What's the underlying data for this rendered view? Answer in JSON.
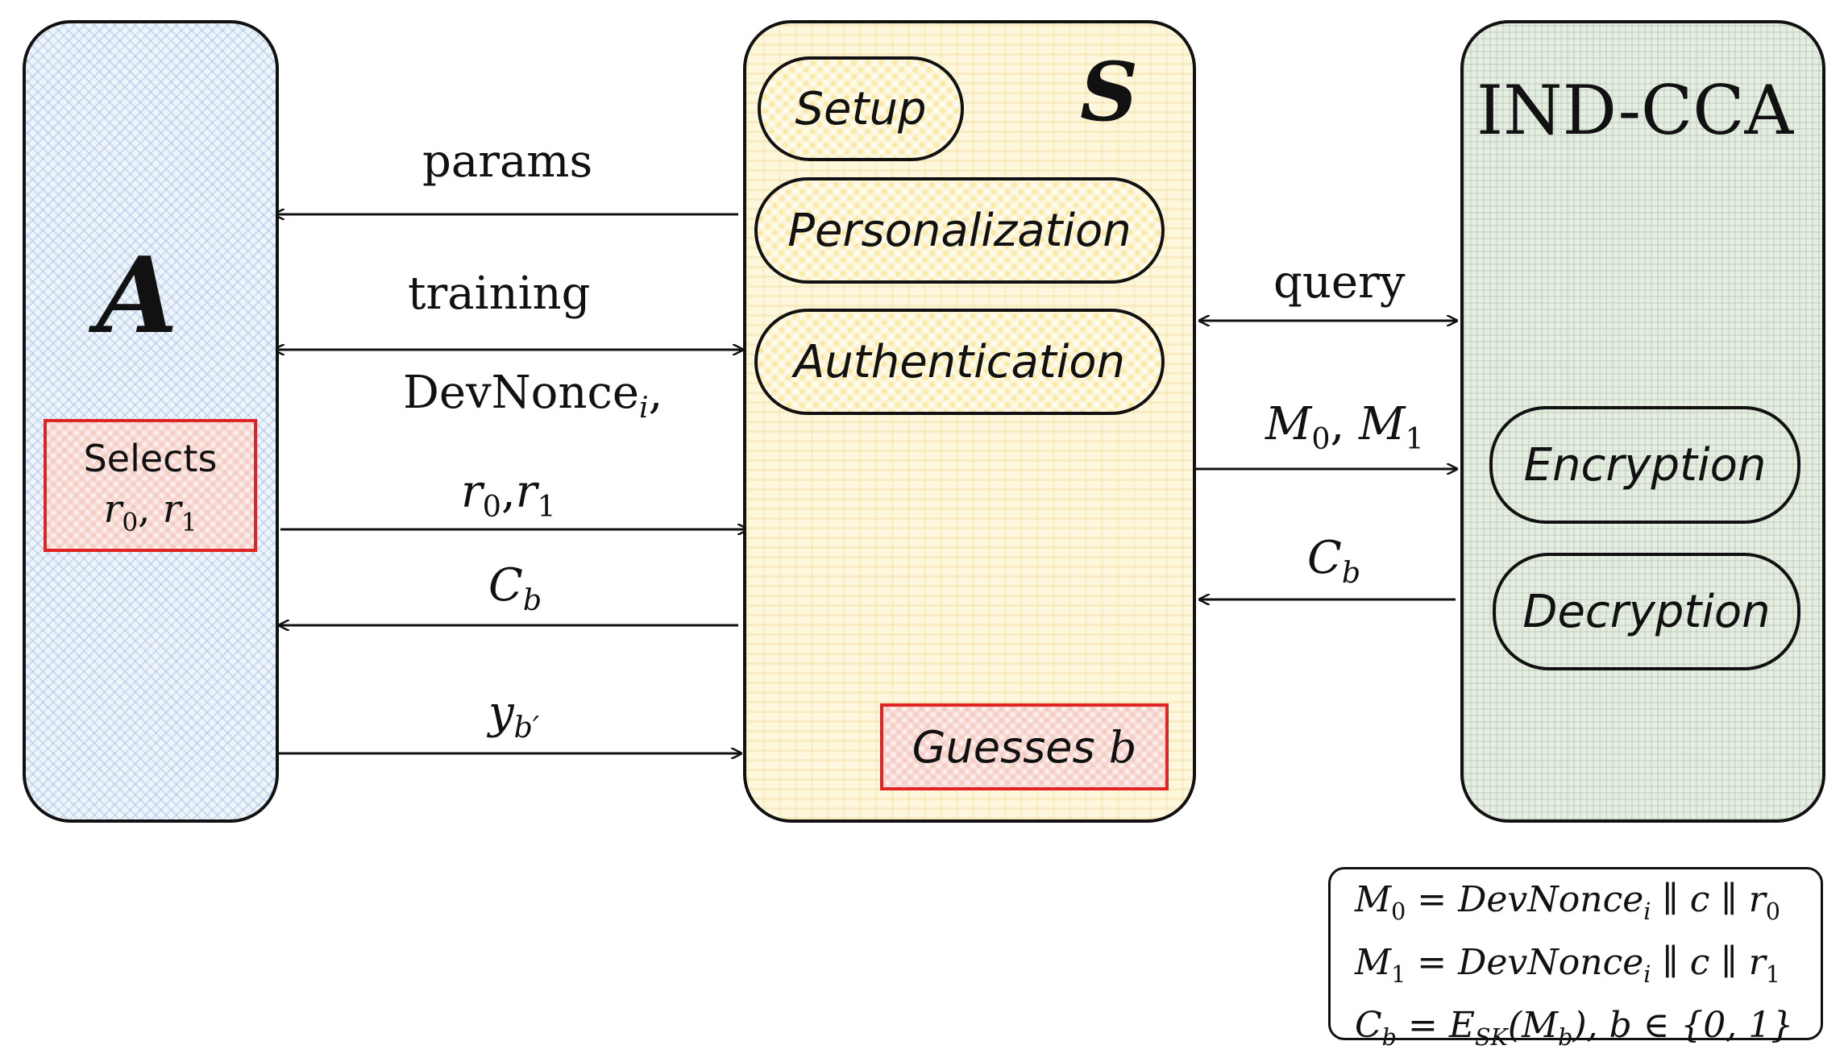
{
  "adversary": {
    "symbol": "A",
    "selects_label": "Selects",
    "selects_vars": {
      "r0_var": "r",
      "r0_sub": "0",
      "sep": ", ",
      "r1_var": "r",
      "r1_sub": "1"
    }
  },
  "simulator": {
    "symbol": "S",
    "phases": [
      "Setup",
      "Personalization",
      "Authentication"
    ],
    "guess": {
      "text": "Guesses ",
      "var": "b"
    }
  },
  "challenger": {
    "title": "IND-CCA",
    "oracles": [
      "Encryption",
      "Decryption"
    ]
  },
  "messages": {
    "params": "params",
    "training": "training",
    "devnonce_base": "DevNonce",
    "devnonce_sub": "i",
    "devnonce_tail": ",",
    "r_pair": {
      "a_var": "r",
      "a_sub": "0",
      "sep": ",",
      "b_var": "r",
      "b_sub": "1"
    },
    "cb_left": {
      "var": "C",
      "sub": "b"
    },
    "yb": {
      "var": "y",
      "sub": "b′"
    },
    "query": "query",
    "m_pair": {
      "a_var": "M",
      "a_sub": "0",
      "sep": ", ",
      "b_var": "M",
      "b_sub": "1"
    },
    "cb_right": {
      "var": "C",
      "sub": "b"
    }
  },
  "formulas": [
    {
      "lhs": "M",
      "lhs_sub": "0",
      "eq": " = ",
      "rhs": "DevNonce",
      "rhs_sub": "i",
      "tail": " ∥ c ∥ ",
      "last": "r",
      "last_sub": "0"
    },
    {
      "lhs": "M",
      "lhs_sub": "1",
      "eq": " = ",
      "rhs": "DevNonce",
      "rhs_sub": "i",
      "tail": " ∥ c ∥ ",
      "last": "r",
      "last_sub": "1"
    },
    {
      "lhs": "C",
      "lhs_sub": "b",
      "eq": " = ",
      "rhs": "E",
      "rhs_sub": "SK",
      "tail": "(M",
      "last": "b",
      "last_sub": "",
      "end": "), b ∈ {0, 1}"
    }
  ]
}
